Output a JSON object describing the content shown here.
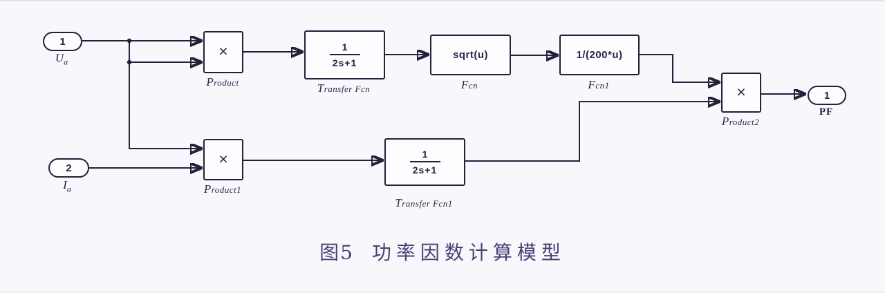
{
  "colors": {
    "background": "#f7f8fc",
    "ink": "#23203a",
    "block_fill": "#fdfdff",
    "caption_text": "#4a3f75"
  },
  "ports": {
    "in1": {
      "number": "1",
      "label_base": "U",
      "label_sub": "a"
    },
    "in2": {
      "number": "2",
      "label_base": "I",
      "label_sub": "a"
    },
    "out1": {
      "number": "1",
      "label": "PF"
    }
  },
  "blocks": {
    "product": {
      "symbol": "×",
      "label": "Product"
    },
    "transfer_fcn": {
      "numerator": "1",
      "denominator": "2s+1",
      "label": "Transfer Fcn"
    },
    "fcn": {
      "expression": "sqrt(u)",
      "label": "Fcn"
    },
    "fcn1": {
      "expression": "1/(200*u)",
      "label": "Fcn1"
    },
    "product1": {
      "symbol": "×",
      "label": "Product1"
    },
    "transfer_fcn1": {
      "numerator": "1",
      "denominator": "2s+1",
      "label": "Transfer Fcn1"
    },
    "product2": {
      "symbol": "×",
      "label": "Product2"
    }
  },
  "caption": {
    "figure": "图5",
    "title": "功率因数计算模型"
  }
}
